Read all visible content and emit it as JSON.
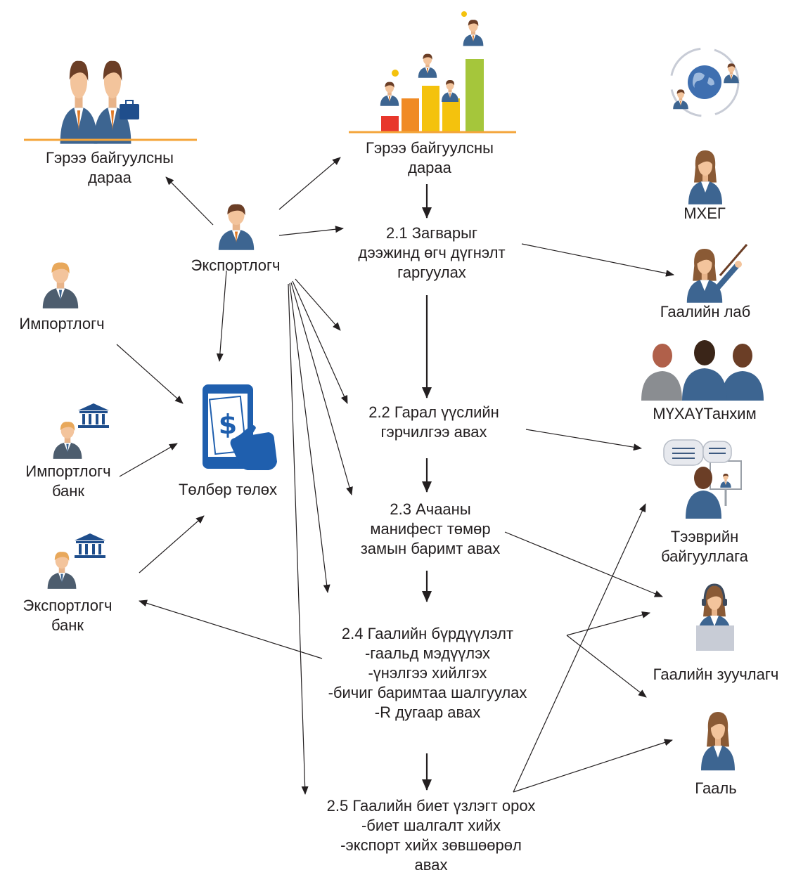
{
  "colors": {
    "arrow": "#231f20",
    "suit": "#3d6591",
    "skin": "#f3c49c",
    "hair_brown": "#6b3e26",
    "hair_blond": "#e8a85b",
    "bank_blue": "#1f4e8c",
    "phone_blue": "#1f5fae",
    "baseline": "#f4a53b"
  },
  "icons": {
    "handshake": "handshake-icon",
    "growth_chart": "growth-chart-icon",
    "globe_network": "globe-network-icon",
    "exporter": "person-icon",
    "importer": "person-icon",
    "bank": "bank-icon",
    "payment": "mobile-payment-icon",
    "female_officer": "female-officer-icon",
    "teacher": "teacher-icon",
    "group": "group-icon",
    "chat": "chat-icon",
    "headset": "headset-operator-icon"
  },
  "left": {
    "contract_line1": "Гэрээ байгуулсны",
    "contract_line2": "дараа",
    "exporter": "Экспортлогч",
    "importer": "Импортлогч",
    "importer_bank_line1": "Импортлогч",
    "importer_bank_line2": "банк",
    "exporter_bank_line1": "Экспортлогч",
    "exporter_bank_line2": "банк",
    "payment": "Төлбөр төлөх"
  },
  "steps": {
    "contract_line1": "Гэрээ байгуулсны",
    "contract_line2": "дараа",
    "s21_line1": "2.1 Загварыг",
    "s21_line2": "дээжинд өгч дүгнэлт",
    "s21_line3": "гаргуулах",
    "s22_line1": "2.2 Гарал үүслийн",
    "s22_line2": "гэрчилгээ авах",
    "s23_line1": "2.3 Ачааны",
    "s23_line2": "манифест төмөр",
    "s23_line3": "замын баримт авах",
    "s24_line1": "2.4 Гаалийн бүрдүүлэлт",
    "s24_line2": "-гаальд мэдүүлэх",
    "s24_line3": "-үнэлгээ хийлгэх",
    "s24_line4": "-бичиг баримтаа шалгуулах",
    "s24_line5": "-R дугаар авах",
    "s25_line1": "2.5 Гаалийн биет үзлэгт орох",
    "s25_line2": "-биет шалгалт хийх",
    "s25_line3": "-экспорт хийх зөвшөөрөл",
    "s25_line4": "авах"
  },
  "right": {
    "mheg": "МХЕГ",
    "lab": "Гаалийн лаб",
    "chamber": "МҮХАҮТанхим",
    "transport_line1": "Тээврийн",
    "transport_line2": "байгууллага",
    "broker": "Гаалийн зуучлагч",
    "customs": "Гааль"
  }
}
